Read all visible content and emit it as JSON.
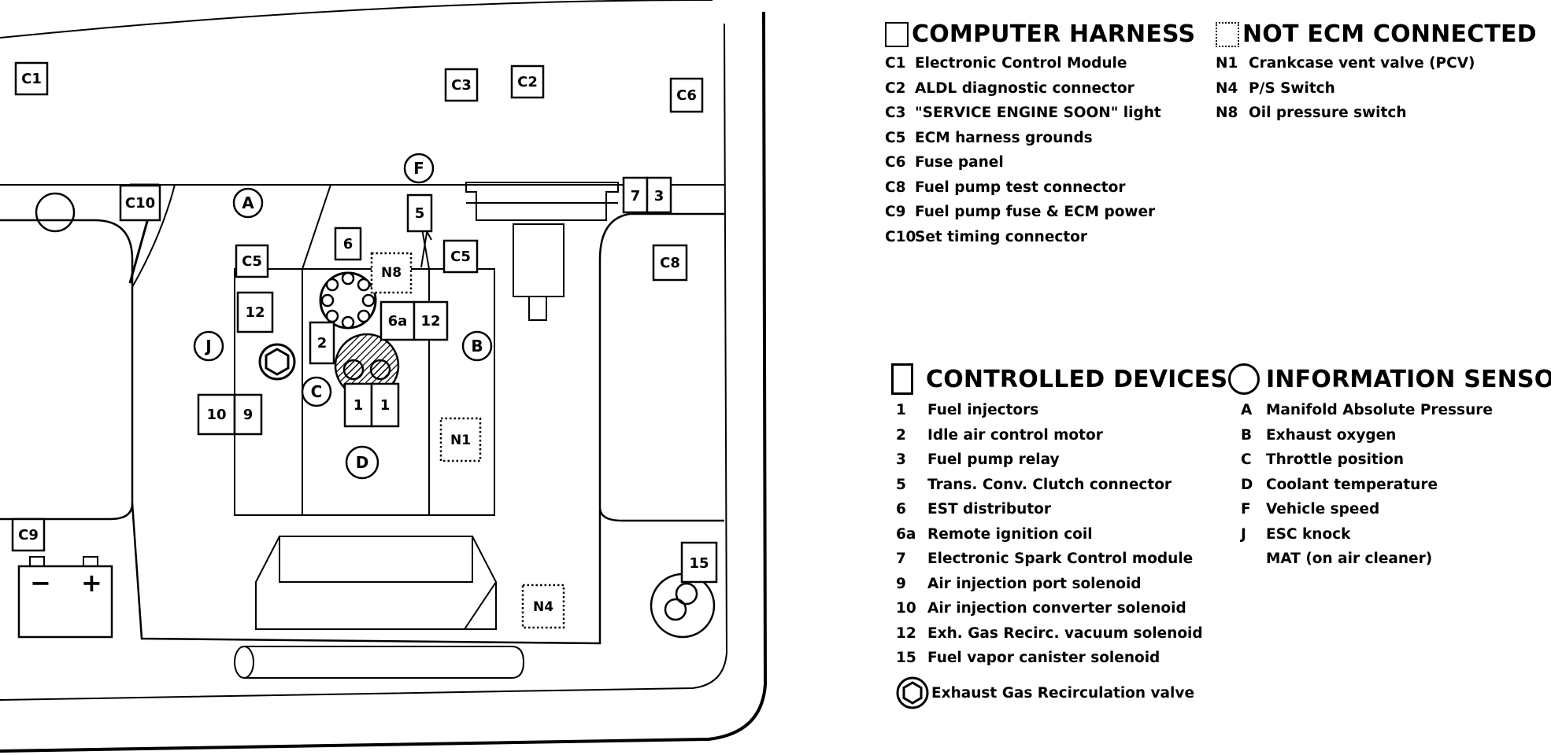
{
  "diagram": {
    "labels": {
      "C1": "C1",
      "C3": "C3",
      "C2": "C2",
      "C6": "C6",
      "C10": "C10",
      "C5_left": "C5",
      "C5_right": "C5",
      "C8": "C8",
      "C9": "C9",
      "A": "A",
      "B": "B",
      "C": "C",
      "D": "D",
      "F": "F",
      "J": "J",
      "n5": "5",
      "n6": "6",
      "N8": "N8",
      "n6a": "6a",
      "n12_left": "12",
      "n12_right": "12",
      "n2": "2",
      "n1_a": "1",
      "n1_b": "1",
      "n10": "10",
      "n9": "9",
      "n7": "7",
      "n3": "3",
      "N1": "N1",
      "N4": "N4",
      "n15": "15",
      "battery_minus": "−",
      "battery_plus": "+"
    }
  },
  "legends": {
    "computer_harness": {
      "title": "COMPUTER HARNESS",
      "items": [
        {
          "code": "C1",
          "text": "Electronic Control Module"
        },
        {
          "code": "C2",
          "text": "ALDL diagnostic connector"
        },
        {
          "code": "C3",
          "text": "\"SERVICE ENGINE SOON\" light"
        },
        {
          "code": "C5",
          "text": "ECM harness grounds"
        },
        {
          "code": "C6",
          "text": "Fuse panel"
        },
        {
          "code": "C8",
          "text": "Fuel pump test connector"
        },
        {
          "code": "C9",
          "text": "Fuel pump fuse & ECM power"
        },
        {
          "code": "C10",
          "text": "Set timing connector"
        }
      ]
    },
    "not_ecm_connected": {
      "title": "NOT ECM CONNECTED",
      "items": [
        {
          "code": "N1",
          "text": "Crankcase vent valve (PCV)"
        },
        {
          "code": "N4",
          "text": "P/S Switch"
        },
        {
          "code": "N8",
          "text": "Oil pressure switch"
        }
      ]
    },
    "controlled_devices": {
      "title": "CONTROLLED DEVICES",
      "items": [
        {
          "code": "1",
          "text": "Fuel injectors"
        },
        {
          "code": "2",
          "text": "Idle air control motor"
        },
        {
          "code": "3",
          "text": "Fuel pump relay"
        },
        {
          "code": "5",
          "text": "Trans. Conv. Clutch connector"
        },
        {
          "code": "6",
          "text": "EST distributor"
        },
        {
          "code": "6a",
          "text": "Remote ignition coil"
        },
        {
          "code": "7",
          "text": "Electronic Spark Control module"
        },
        {
          "code": "9",
          "text": "Air injection port solenoid"
        },
        {
          "code": "10",
          "text": "Air injection converter solenoid"
        },
        {
          "code": "12",
          "text": "Exh. Gas Recirc. vacuum solenoid"
        },
        {
          "code": "15",
          "text": "Fuel vapor canister solenoid"
        }
      ],
      "egr_valve": "Exhaust Gas Recirculation valve"
    },
    "information_sensors": {
      "title": "INFORMATION SENSORS",
      "items": [
        {
          "code": "A",
          "text": "Manifold Absolute Pressure"
        },
        {
          "code": "B",
          "text": "Exhaust oxygen"
        },
        {
          "code": "C",
          "text": "Throttle position"
        },
        {
          "code": "D",
          "text": "Coolant temperature"
        },
        {
          "code": "F",
          "text": "Vehicle speed"
        },
        {
          "code": "J",
          "text": "ESC knock"
        },
        {
          "code": "",
          "text": "MAT (on air cleaner)"
        }
      ]
    }
  }
}
